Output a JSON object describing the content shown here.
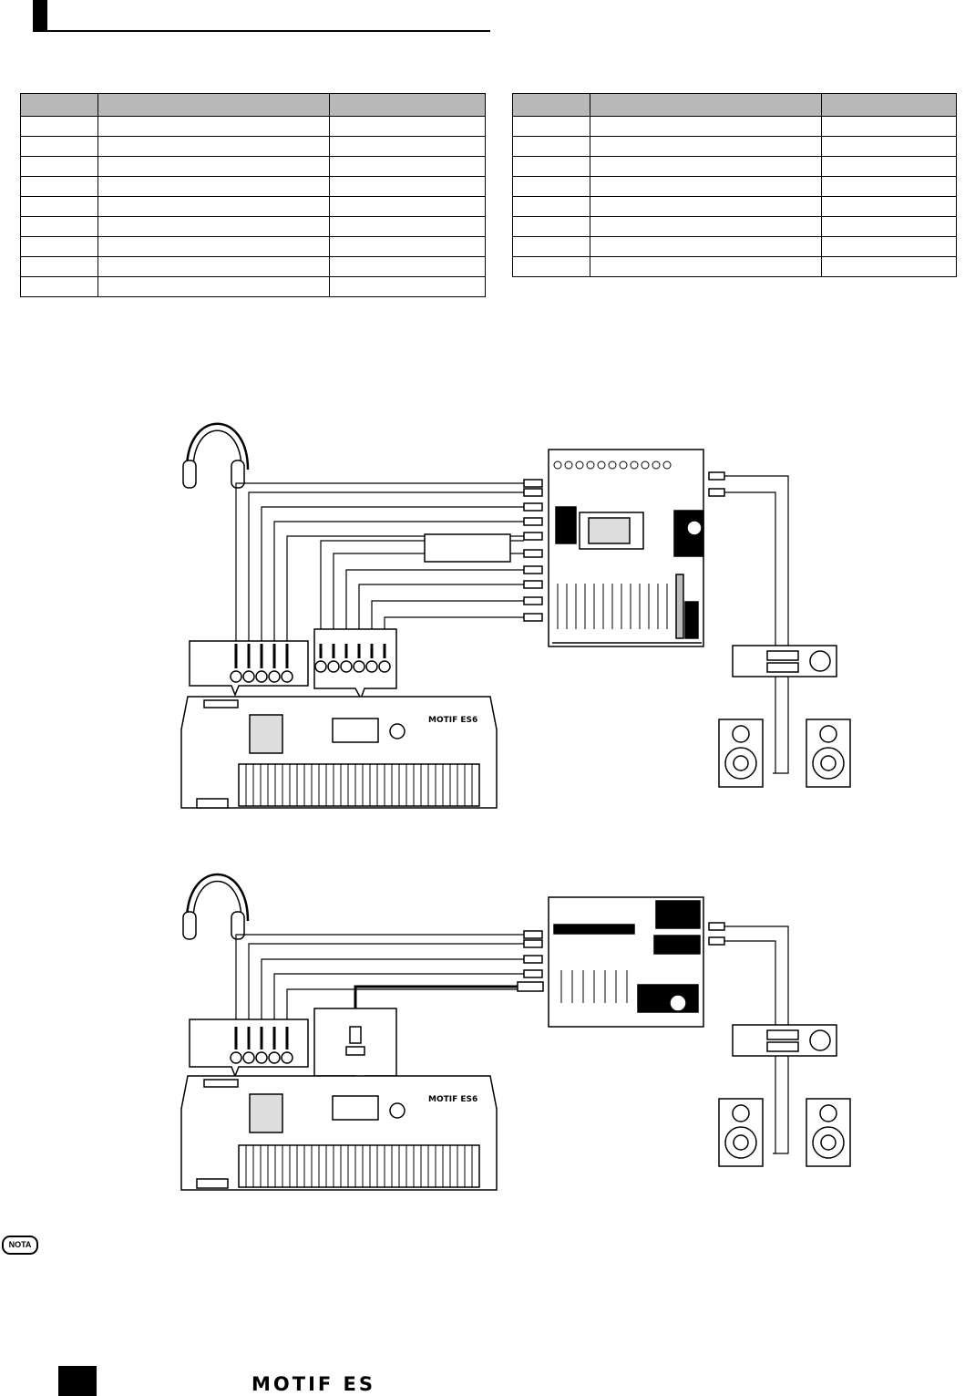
{
  "tables": {
    "left": {
      "rows": 9,
      "columns": 3
    },
    "right": {
      "rows": 8,
      "columns": 3
    }
  },
  "diagram1": {
    "keyboard_logo": "MOTIF ES6"
  },
  "diagram2": {
    "keyboard_logo": "MOTIF ES6"
  },
  "footer": {
    "nota_badge": "NOTA",
    "brand_logo": "MOTIF ES"
  },
  "colors": {
    "header_fill": "#b8b8b8",
    "ink": "#000000"
  }
}
